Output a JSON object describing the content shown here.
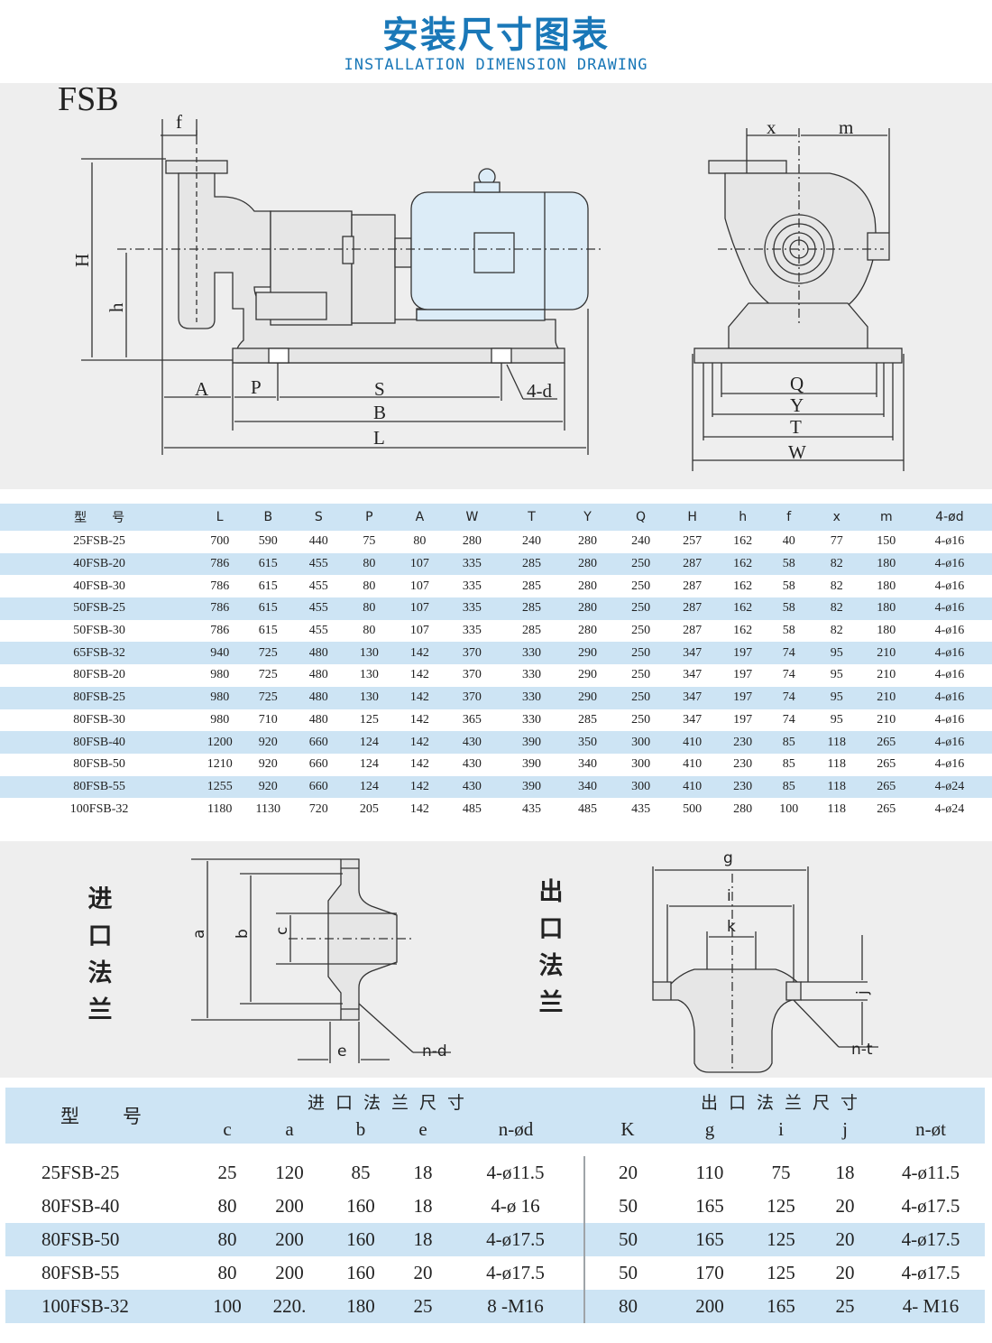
{
  "header": {
    "title": "安装尺寸图表",
    "subtitle": "INSTALLATION DIMENSION DRAWING"
  },
  "drawing": {
    "model_label": "FSB",
    "side_labels": {
      "f": "f",
      "H": "H",
      "h": "h",
      "A": "A",
      "P": "P",
      "S": "S",
      "d": "4-d",
      "B": "B",
      "L": "L"
    },
    "front_labels": {
      "x": "x",
      "m": "m",
      "Q": "Q",
      "Y": "Y",
      "T": "T",
      "W": "W"
    }
  },
  "dimension_table": {
    "headers": [
      "型　　号",
      "L",
      "B",
      "S",
      "P",
      "A",
      "W",
      "T",
      "Y",
      "Q",
      "H",
      "h",
      "f",
      "x",
      "m",
      "4-ød"
    ],
    "rows": [
      [
        "25FSB-25",
        "700",
        "590",
        "440",
        "75",
        "80",
        "280",
        "240",
        "280",
        "240",
        "257",
        "162",
        "40",
        "77",
        "150",
        "4-ø16"
      ],
      [
        "40FSB-20",
        "786",
        "615",
        "455",
        "80",
        "107",
        "335",
        "285",
        "280",
        "250",
        "287",
        "162",
        "58",
        "82",
        "180",
        "4-ø16"
      ],
      [
        "40FSB-30",
        "786",
        "615",
        "455",
        "80",
        "107",
        "335",
        "285",
        "280",
        "250",
        "287",
        "162",
        "58",
        "82",
        "180",
        "4-ø16"
      ],
      [
        "50FSB-25",
        "786",
        "615",
        "455",
        "80",
        "107",
        "335",
        "285",
        "280",
        "250",
        "287",
        "162",
        "58",
        "82",
        "180",
        "4-ø16"
      ],
      [
        "50FSB-30",
        "786",
        "615",
        "455",
        "80",
        "107",
        "335",
        "285",
        "280",
        "250",
        "287",
        "162",
        "58",
        "82",
        "180",
        "4-ø16"
      ],
      [
        "65FSB-32",
        "940",
        "725",
        "480",
        "130",
        "142",
        "370",
        "330",
        "290",
        "250",
        "347",
        "197",
        "74",
        "95",
        "210",
        "4-ø16"
      ],
      [
        "80FSB-20",
        "980",
        "725",
        "480",
        "130",
        "142",
        "370",
        "330",
        "290",
        "250",
        "347",
        "197",
        "74",
        "95",
        "210",
        "4-ø16"
      ],
      [
        "80FSB-25",
        "980",
        "725",
        "480",
        "130",
        "142",
        "370",
        "330",
        "290",
        "250",
        "347",
        "197",
        "74",
        "95",
        "210",
        "4-ø16"
      ],
      [
        "80FSB-30",
        "980",
        "710",
        "480",
        "125",
        "142",
        "365",
        "330",
        "285",
        "250",
        "347",
        "197",
        "74",
        "95",
        "210",
        "4-ø16"
      ],
      [
        "80FSB-40",
        "1200",
        "920",
        "660",
        "124",
        "142",
        "430",
        "390",
        "350",
        "300",
        "410",
        "230",
        "85",
        "118",
        "265",
        "4-ø16"
      ],
      [
        "80FSB-50",
        "1210",
        "920",
        "660",
        "124",
        "142",
        "430",
        "390",
        "340",
        "300",
        "410",
        "230",
        "85",
        "118",
        "265",
        "4-ø16"
      ],
      [
        "80FSB-55",
        "1255",
        "920",
        "660",
        "124",
        "142",
        "430",
        "390",
        "340",
        "300",
        "410",
        "230",
        "85",
        "118",
        "265",
        "4-ø24"
      ],
      [
        "100FSB-32",
        "1180",
        "1130",
        "720",
        "205",
        "142",
        "485",
        "435",
        "485",
        "435",
        "500",
        "280",
        "100",
        "118",
        "265",
        "4-ø24"
      ]
    ]
  },
  "flange_drawings": {
    "inlet_title": [
      "进",
      "口",
      "法",
      "兰"
    ],
    "outlet_title": [
      "出",
      "口",
      "法",
      "兰"
    ],
    "inlet_labels": {
      "a": "a",
      "b": "b",
      "c": "c",
      "e": "e",
      "nd": "n-d"
    },
    "outlet_labels": {
      "g": "g",
      "i": "i",
      "k": "k",
      "j": "j",
      "nt": "n-t"
    }
  },
  "flange_table": {
    "model_header": "型　　号",
    "inlet_header": "进口法兰尺寸",
    "outlet_header": "出口法兰尺寸",
    "inlet_cols": [
      "c",
      "a",
      "b",
      "e",
      "n-ød"
    ],
    "outlet_cols": [
      "K",
      "g",
      "i",
      "j",
      "n-øt"
    ],
    "rows": [
      [
        "25FSB-25",
        "25",
        "120",
        "85",
        "18",
        "4-ø11.5",
        "20",
        "110",
        "75",
        "18",
        "4-ø11.5"
      ],
      [
        "80FSB-40",
        "80",
        "200",
        "160",
        "18",
        "4-ø 16",
        "50",
        "165",
        "125",
        "20",
        "4-ø17.5"
      ],
      [
        "80FSB-50",
        "80",
        "200",
        "160",
        "18",
        "4-ø17.5",
        "50",
        "165",
        "125",
        "20",
        "4-ø17.5"
      ],
      [
        "80FSB-55",
        "80",
        "200",
        "160",
        "20",
        "4-ø17.5",
        "50",
        "170",
        "125",
        "20",
        "4-ø17.5"
      ],
      [
        "100FSB-32",
        "100",
        "220.",
        "180",
        "25",
        "8 -M16",
        "80",
        "200",
        "165",
        "25",
        "4- M16"
      ]
    ]
  },
  "colors": {
    "accent": "#1a78b8",
    "row_band": "#cde4f4",
    "motor_fill": "#dcecf7",
    "panel_bg": "#eeeeee"
  }
}
